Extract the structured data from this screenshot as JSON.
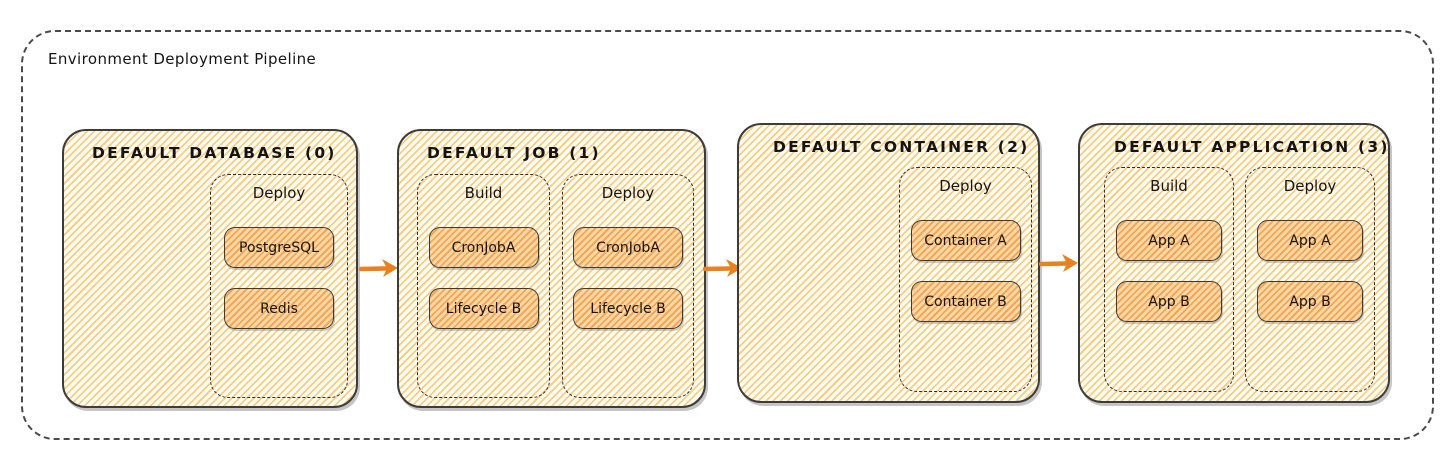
{
  "pipeline": {
    "title": "Environment Deployment Pipeline",
    "stages": [
      {
        "title": "DEFAULT DATABASE (0)",
        "phases": [
          {
            "label": "Deploy",
            "items": [
              "PostgreSQL",
              "Redis"
            ]
          }
        ]
      },
      {
        "title": "DEFAULT JOB (1)",
        "phases": [
          {
            "label": "Build",
            "items": [
              "CronJobA",
              "Lifecycle B"
            ]
          },
          {
            "label": "Deploy",
            "items": [
              "CronJobA",
              "Lifecycle B"
            ]
          }
        ]
      },
      {
        "title": "DEFAULT CONTAINER (2)",
        "phases": [
          {
            "label": "Deploy",
            "items": [
              "Container A",
              "Container B"
            ]
          }
        ]
      },
      {
        "title": "DEFAULT APPLICATION (3)",
        "phases": [
          {
            "label": "Build",
            "items": [
              "App A",
              "App B"
            ]
          },
          {
            "label": "Deploy",
            "items": [
              "App A",
              "App B"
            ]
          }
        ]
      }
    ],
    "colors": {
      "arrow": "#e8821e",
      "stage_border": "#3c3c3c",
      "stage_hatch": "#f5c671",
      "stage_background": "#fffcf3",
      "item_hatch": "#ee9a4a",
      "item_background": "#fcd9a3",
      "dashed_border": "#2d2d2d"
    }
  }
}
